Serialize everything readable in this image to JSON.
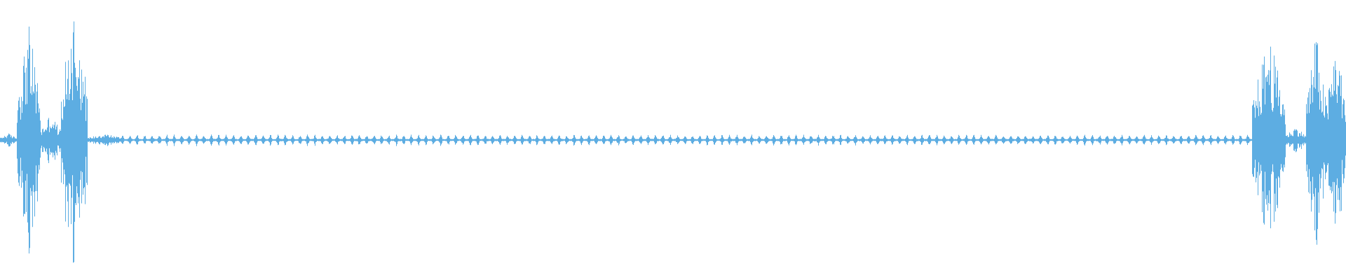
{
  "waveform": {
    "color": "#5dade2",
    "background": "#ffffff",
    "amplitude_scale": 1.0,
    "bursts": [
      {
        "start": 0.0,
        "end": 0.012,
        "peak": 0.05
      },
      {
        "start": 0.012,
        "end": 0.03,
        "peak": 0.86
      },
      {
        "start": 0.03,
        "end": 0.045,
        "peak": 0.2
      },
      {
        "start": 0.045,
        "end": 0.065,
        "peak": 1.0
      },
      {
        "start": 0.065,
        "end": 0.09,
        "peak": 0.05
      },
      {
        "start": 0.93,
        "end": 0.955,
        "peak": 0.78
      },
      {
        "start": 0.955,
        "end": 0.97,
        "peak": 0.1
      },
      {
        "start": 0.97,
        "end": 0.985,
        "peak": 0.8
      },
      {
        "start": 0.985,
        "end": 1.0,
        "peak": 0.75
      }
    ],
    "baseline_amplitude": 0.02,
    "baseline_pulse_spacing_fraction": 0.0055
  }
}
